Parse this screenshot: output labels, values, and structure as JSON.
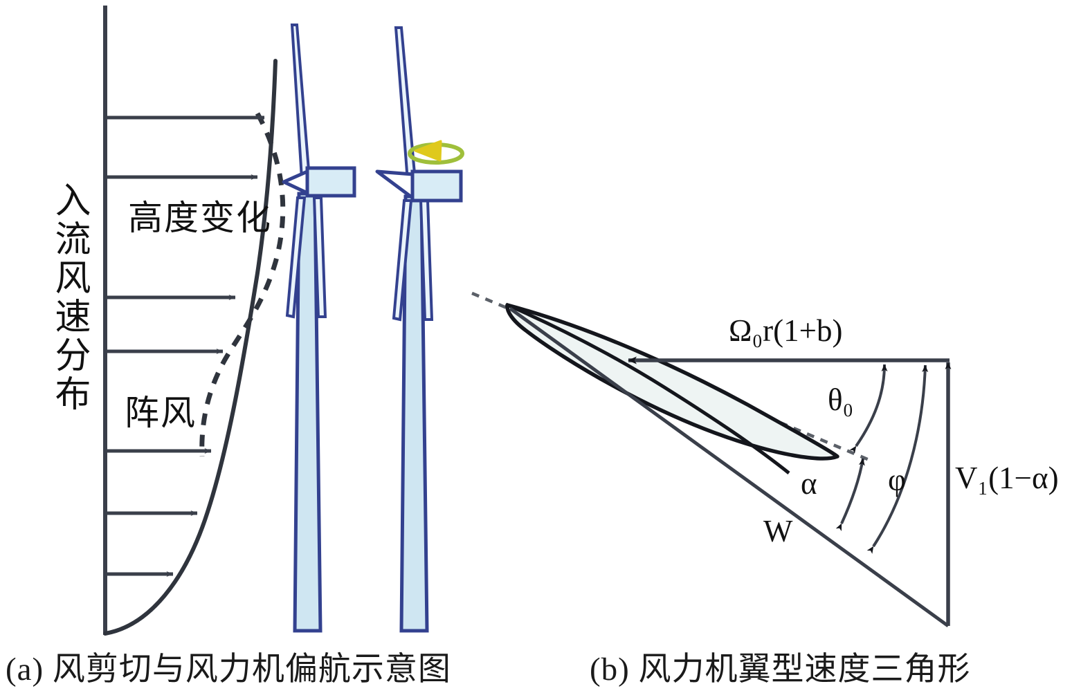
{
  "figure": {
    "type": "two-panel technical diagram",
    "captions": {
      "panel_a": "(a) 风剪切与风力机偏航示意图",
      "panel_b": "(b) 风力机翼型速度三角形"
    }
  },
  "panel_a": {
    "axis_label_vertical": "入流风速分布",
    "region_labels": {
      "upper": "高度变化",
      "lower": "阵风"
    },
    "profile": {
      "solid_curve_name": "mean wind shear profile",
      "dashed_curve_name": "gust profile",
      "arrow_count": 7
    },
    "turbines": {
      "count": 2,
      "yaw_indicator": "yaw-rotation-arrow"
    },
    "colors": {
      "turbine_outline": "#33418f",
      "turbine_fill": "#cfe6f2",
      "yaw_arrow": "#d8c21a",
      "yaw_ring": "#9fbf3b",
      "line": "#3a3f4a"
    }
  },
  "panel_b": {
    "labels": {
      "tangential_velocity": "Ω₀r(1+b)",
      "pitch_angle": "θ₀",
      "angle_of_attack": "α",
      "inflow_angle": "φ",
      "relative_velocity": "W",
      "axial_velocity": "V₁(1−α)"
    },
    "parts": {
      "airfoil": "airfoil-section",
      "chord_line": "chord-dashed-line",
      "velocity_triangle": "velocity-triangle"
    },
    "colors": {
      "line": "#3a3f4a",
      "airfoil_fill": "#eef4f3",
      "airfoil_outline": "#14161c"
    }
  }
}
